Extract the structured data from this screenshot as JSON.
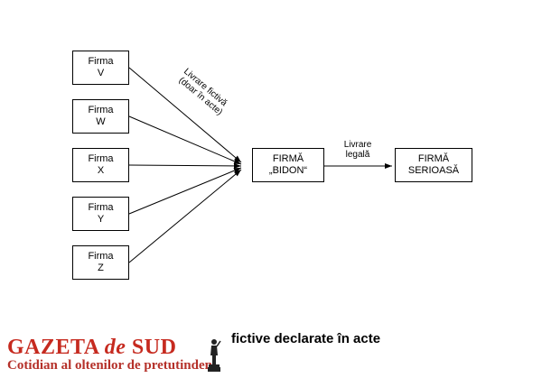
{
  "diagram": {
    "sources": [
      {
        "id": "v",
        "line1": "Firma",
        "line2": "V"
      },
      {
        "id": "w",
        "line1": "Firma",
        "line2": "W"
      },
      {
        "id": "x",
        "line1": "Firma",
        "line2": "X"
      },
      {
        "id": "y",
        "line1": "Firma",
        "line2": "Y"
      },
      {
        "id": "z",
        "line1": "Firma",
        "line2": "Z"
      }
    ],
    "middle": {
      "line1": "FIRMĂ",
      "line2": "„BIDON“"
    },
    "target": {
      "line1": "FIRMĂ",
      "line2": "SERIOASĂ"
    },
    "fictive_label": {
      "line1": "Livrare fictivă",
      "line2": "(doar în acte)"
    },
    "legal_label": {
      "line1": "Livrare",
      "line2": "legală"
    },
    "caption": "fictive declarate în acte"
  },
  "masthead": {
    "title_part1": "GAZETA ",
    "title_part2": "de",
    "title_part3": " SUD",
    "subtitle": "Cotidian al oltenilor de pretutindeni",
    "brand_color": "#c62a1f"
  }
}
